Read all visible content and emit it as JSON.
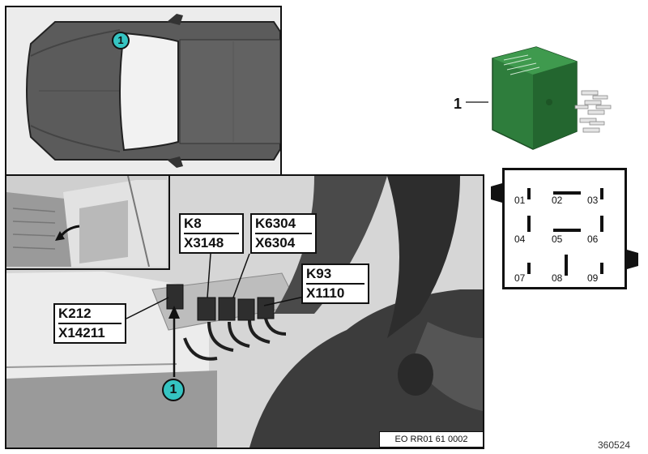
{
  "callouts": {
    "car_view": "1",
    "main_view": "1",
    "relay": "1"
  },
  "labels": {
    "k8": {
      "line1": "K8",
      "line2": "X3148"
    },
    "k6304": {
      "line1": "K6304",
      "line2": "X6304"
    },
    "k93": {
      "line1": "K93",
      "line2": "X1110"
    },
    "k212": {
      "line1": "K212",
      "line2": "X14211"
    }
  },
  "relay": {
    "color": "#2e7d3c"
  },
  "pin_diagram": {
    "pins": [
      "01",
      "02",
      "03",
      "04",
      "05",
      "06",
      "07",
      "08",
      "09"
    ]
  },
  "code": "EO RR01 61 0002",
  "image_number": "360524",
  "colors": {
    "callout_fill": "#35c4c2",
    "frame": "#111111"
  }
}
